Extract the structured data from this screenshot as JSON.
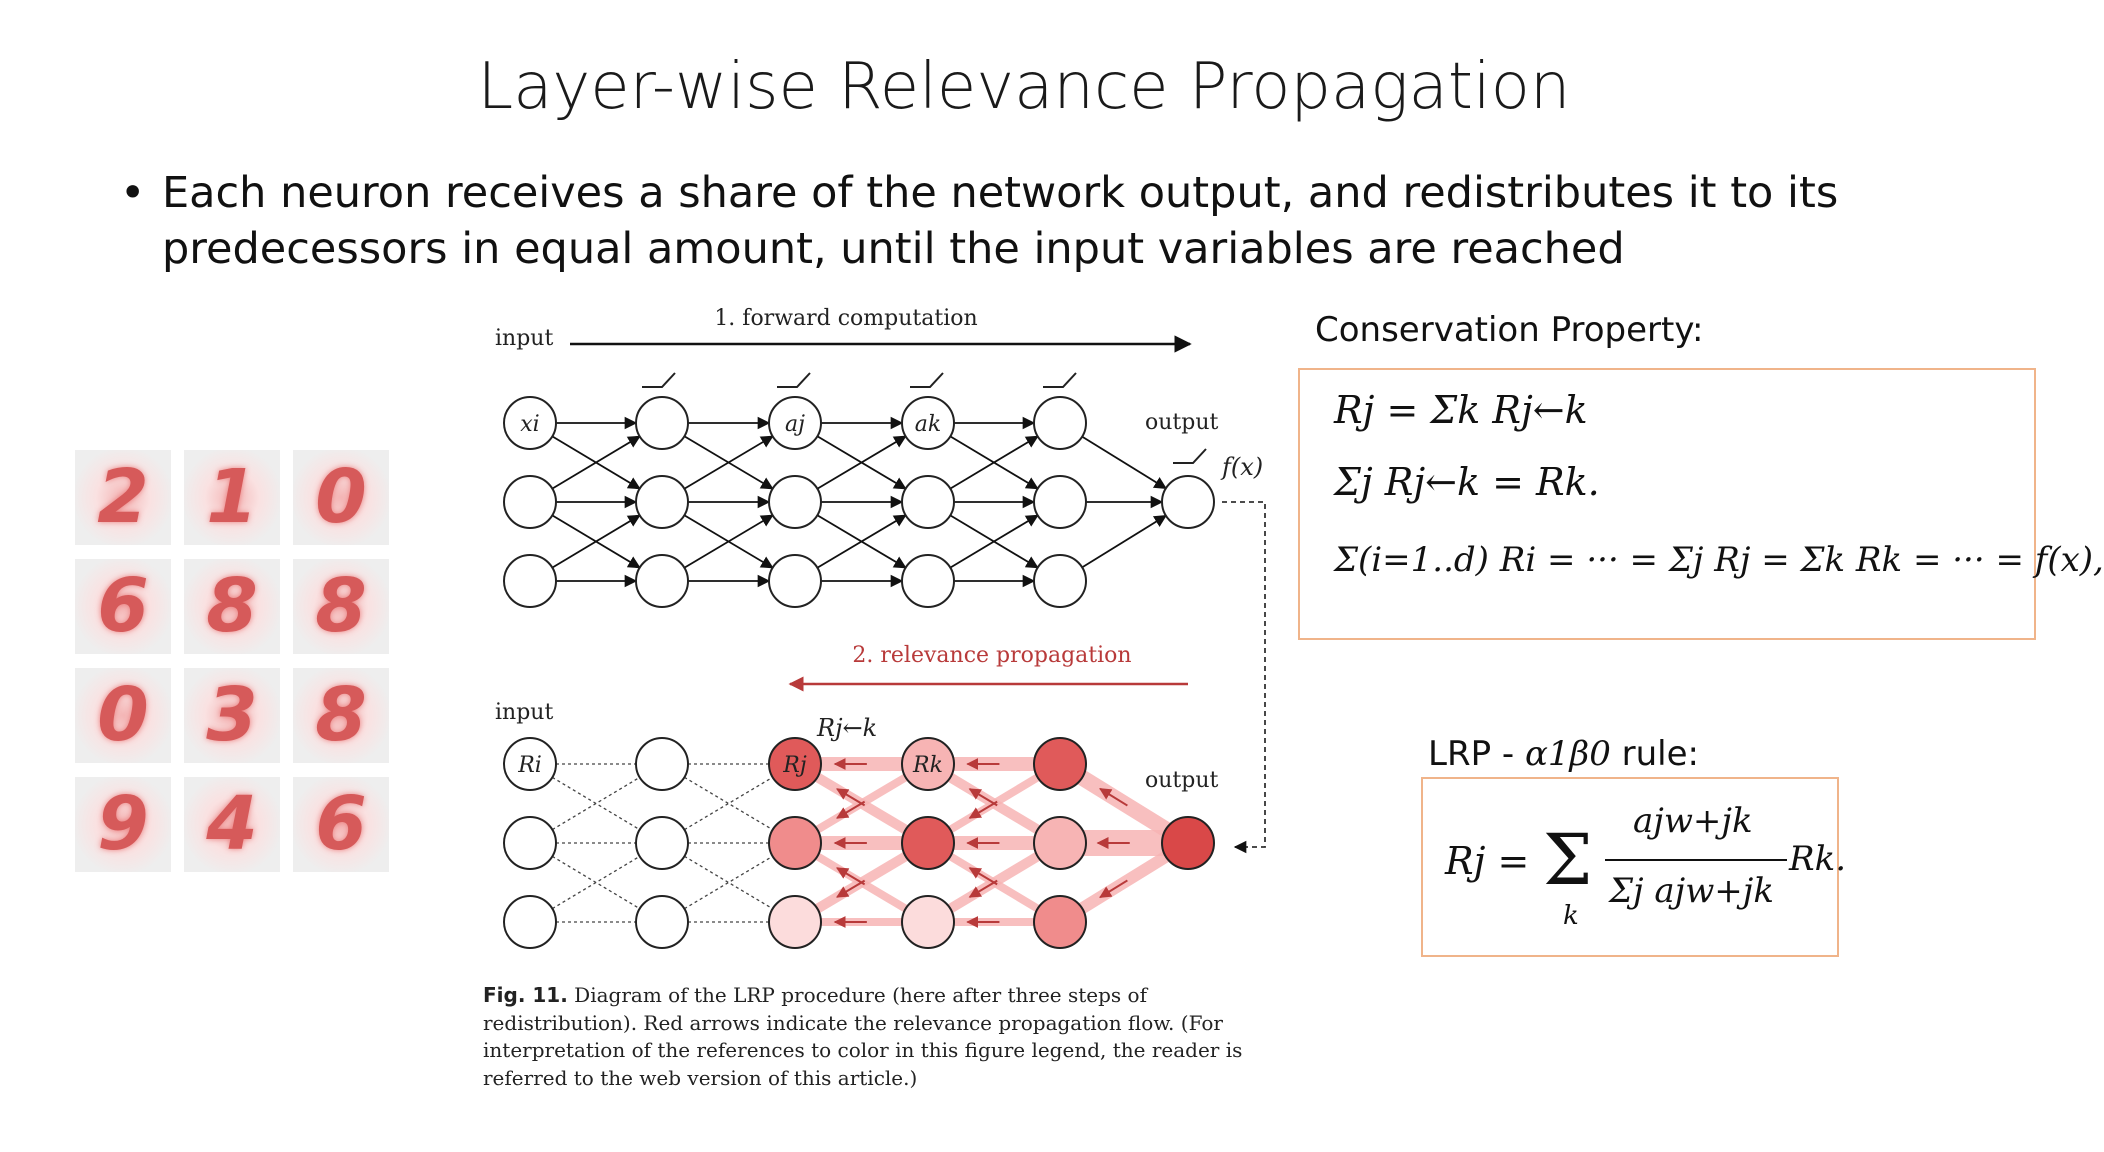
{
  "slide": {
    "title": "Layer-wise Relevance Propagation",
    "bullet": "Each neuron receives a share of the network output, and redistributes it to its predecessors in equal amount, until the input variables are reached"
  },
  "diagram": {
    "forward_label": "1. forward computation",
    "relevance_label": "2. relevance propagation",
    "input_label": "input",
    "output_label": "output",
    "fx_label": "f(x)",
    "xi": "xi",
    "aj": "aj",
    "ak": "ak",
    "Ri": "Ri",
    "Rj": "Rj",
    "Rk": "Rk",
    "Rjk": "Rj←k",
    "top_tr_labels": [
      "",
      "",
      "",
      ""
    ],
    "relevance_colors": {
      "accent": "#b83a3a",
      "strong": "#e05a5a",
      "medium": "#f08c8c",
      "light": "#f7b4b4",
      "pale": "#fcdcdc"
    }
  },
  "conservation": {
    "label": "Conservation Property:",
    "eq1": "Rj = Σk Rj←k",
    "eq2": "Σj Rj←k = Rk.",
    "eq3": "Σ(i=1..d) Ri = ··· = Σj Rj = Σk Rk = ··· = f(x),"
  },
  "lrp_rule": {
    "label_prefix": "LRP - ",
    "label_math": "α1β0",
    "label_suffix": " rule:",
    "lhs": "Rj =",
    "sum": "Σ",
    "sum_index": "k",
    "numerator": "ajw+jk",
    "denominator": "Σj ajw+jk",
    "rhs": "Rk."
  },
  "caption": {
    "fig": "Fig. 11.",
    "text": " Diagram of the LRP procedure (here after three steps of redistribution). Red arrows indicate the relevance propagation flow. (For interpretation of the references to color in this figure legend, the reader is referred to the web version of this article.)"
  },
  "heatmap_digits": [
    "2",
    "1",
    "0",
    "6",
    "8",
    "8",
    "0",
    "3",
    "8",
    "9",
    "4",
    "6"
  ]
}
